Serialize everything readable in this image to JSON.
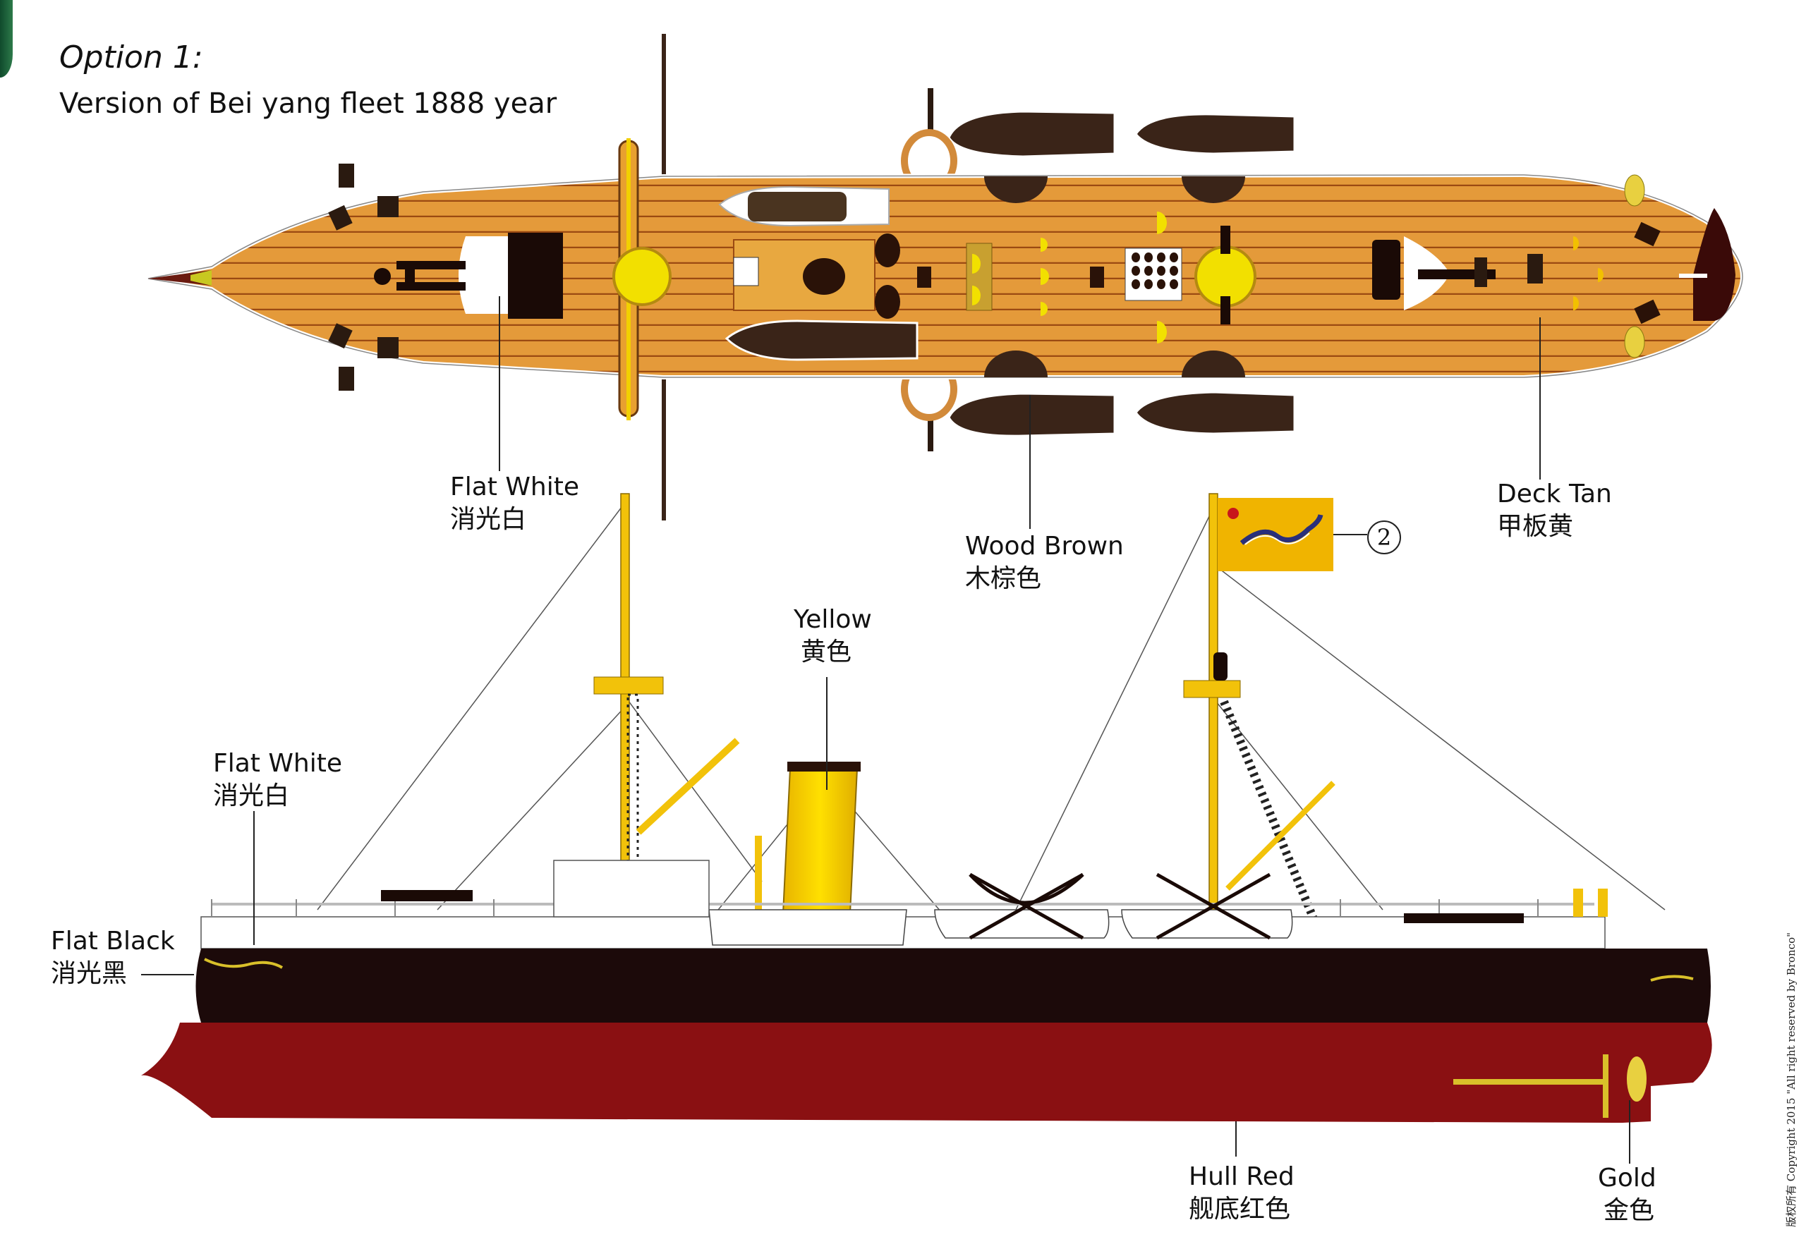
{
  "header": {
    "title": "Option 1:",
    "subtitle": "Version of Bei yang fleet 1888 year"
  },
  "callout": {
    "number": "2",
    "target": "Qing dynasty yellow dragon flag"
  },
  "labels": {
    "top_flat_white": {
      "en": "Flat White",
      "cn": "消光白"
    },
    "top_wood_brown": {
      "en": "Wood Brown",
      "cn": "木棕色"
    },
    "top_deck_tan": {
      "en": "Deck Tan",
      "cn": "甲板黄"
    },
    "side_yellow": {
      "en": "Yellow",
      "cn": "黄色"
    },
    "side_flat_white": {
      "en": "Flat White",
      "cn": "消光白"
    },
    "side_flat_black": {
      "en": "Flat Black",
      "cn": "消光黑"
    },
    "side_hull_red": {
      "en": "Hull Red",
      "cn": "舰底红色"
    },
    "side_gold": {
      "en": "Gold",
      "cn": "金色"
    }
  },
  "colors": {
    "deck_tan": "#e49a3a",
    "deck_plank_line": "#9b4a12",
    "wood_brown": "#3a2418",
    "flat_white": "#ffffff",
    "flat_black": "#1c0a0a",
    "hull_red": "#8a1012",
    "yellow": "#f2c20a",
    "gold": "#d9c02a",
    "flag_yellow": "#f0b400",
    "flag_sun": "#c8161b",
    "dragon_blue": "#2a2f7a"
  },
  "copyright": "版权所有 Copyright 2015 \"All right reserved by Bronco\""
}
